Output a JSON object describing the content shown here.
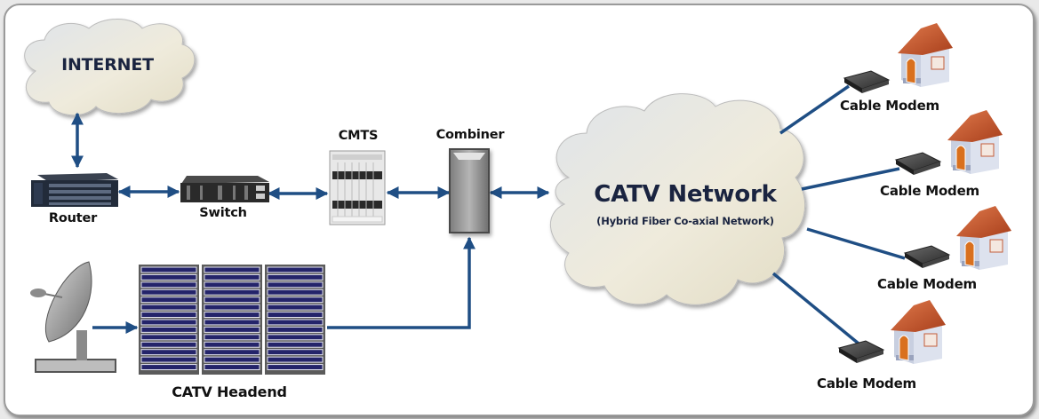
{
  "diagram": {
    "title": "CATV / Cable Modem Network Architecture",
    "colors": {
      "link": "#1f4e84",
      "cloud_fill": "#ece8d8",
      "label_dark": "#1a2440",
      "roof": "#c9532a",
      "door": "#d9701e",
      "house_wall": "#c8cfe0"
    },
    "nodes": {
      "internet": {
        "label": "INTERNET",
        "icon": "cloud-icon"
      },
      "router": {
        "label": "Router",
        "icon": "router-icon"
      },
      "switch": {
        "label": "Switch",
        "icon": "switch-icon"
      },
      "cmts": {
        "label": "CMTS",
        "icon": "cmts-chassis-icon"
      },
      "combiner": {
        "label": "Combiner",
        "icon": "combiner-icon"
      },
      "catv_network": {
        "label": "CATV Network",
        "sublabel": "(Hybrid Fiber Co-axial Network)",
        "icon": "cloud-icon"
      },
      "satellite": {
        "label": "",
        "icon": "satellite-dish-icon"
      },
      "headend": {
        "label": "CATV  Headend",
        "icon": "server-rack-icon",
        "rack_count": 3,
        "units_per_rack": 14
      },
      "modems": [
        {
          "label": "Cable Modem",
          "icon": "cable-modem-icon",
          "home_icon": "house-icon"
        },
        {
          "label": "Cable Modem",
          "icon": "cable-modem-icon",
          "home_icon": "house-icon"
        },
        {
          "label": "Cable Modem",
          "icon": "cable-modem-icon",
          "home_icon": "house-icon"
        },
        {
          "label": "Cable Modem",
          "icon": "cable-modem-icon",
          "home_icon": "house-icon"
        }
      ]
    },
    "links": [
      {
        "from": "internet",
        "to": "router",
        "type": "bidirectional"
      },
      {
        "from": "router",
        "to": "switch",
        "type": "bidirectional"
      },
      {
        "from": "switch",
        "to": "cmts",
        "type": "bidirectional"
      },
      {
        "from": "cmts",
        "to": "combiner",
        "type": "bidirectional"
      },
      {
        "from": "combiner",
        "to": "catv_network",
        "type": "bidirectional"
      },
      {
        "from": "satellite",
        "to": "headend",
        "type": "unidirectional"
      },
      {
        "from": "headend",
        "to": "combiner",
        "type": "unidirectional"
      },
      {
        "from": "catv_network",
        "to": "modem-1",
        "type": "line"
      },
      {
        "from": "catv_network",
        "to": "modem-2",
        "type": "line"
      },
      {
        "from": "catv_network",
        "to": "modem-3",
        "type": "line"
      },
      {
        "from": "catv_network",
        "to": "modem-4",
        "type": "line"
      }
    ]
  }
}
